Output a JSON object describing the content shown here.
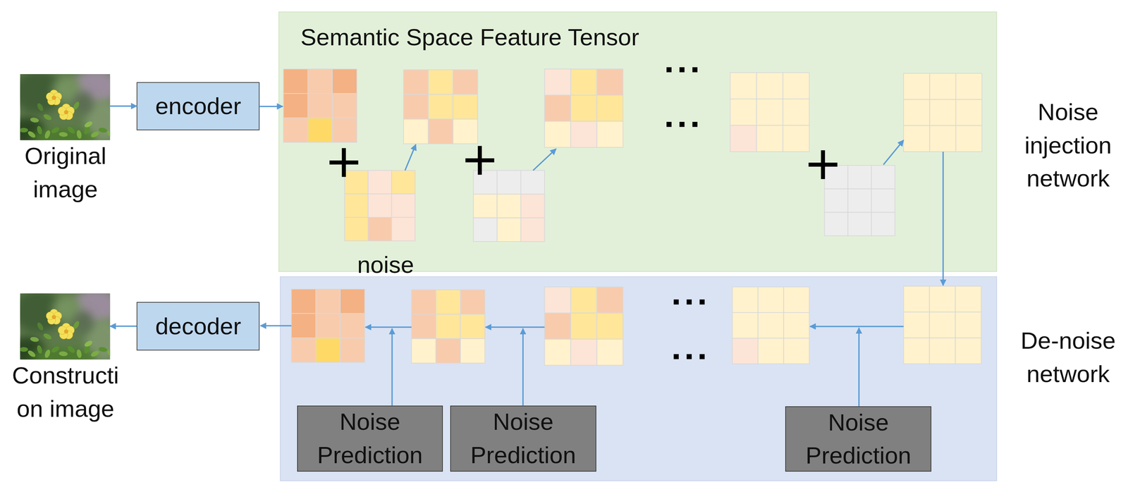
{
  "diagram": {
    "nodes": [
      {
        "text": [
          "Original image"
        ]
      },
      {
        "text": [
          "encoder"
        ]
      },
      {
        "text": [
          "Semantic Space Feature Tensor",
          "Noise injection network"
        ]
      },
      {
        "text": [
          "De-noise network"
        ]
      },
      {
        "text": [
          "Noise Prediction"
        ],
        "in": 3
      },
      {
        "text": [
          "Noise Prediction"
        ],
        "in": 3
      },
      {
        "text": [
          "Noise Prediction"
        ],
        "in": 3
      },
      {
        "text": [
          "decoder"
        ]
      },
      {
        "text": [
          "Constructi on image"
        ]
      }
    ],
    "edges": [
      {
        "from": 0,
        "to": 1,
        "arrow": "to"
      },
      {
        "from": 7,
        "to": 8,
        "arrow": "to"
      }
    ],
    "labels": [
      "noise"
    ]
  }
}
